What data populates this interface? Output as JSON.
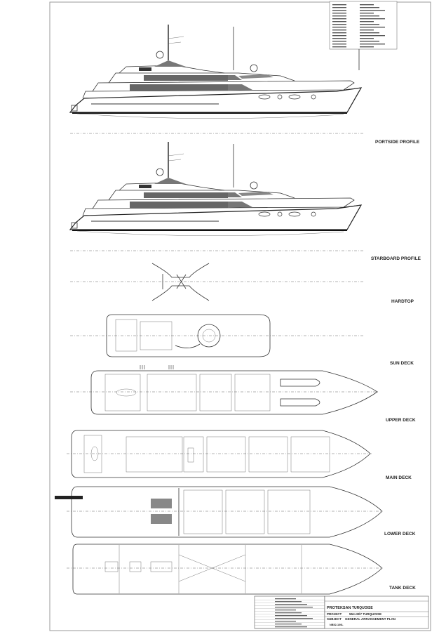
{
  "drawing": {
    "views": [
      {
        "id": "portside",
        "label": "PORTSIDE PROFILE"
      },
      {
        "id": "starboard",
        "label": "STARBOARD PROFILE"
      },
      {
        "id": "hardtop",
        "label": "HARDTOP"
      },
      {
        "id": "sundeck",
        "label": "SUN DECK"
      },
      {
        "id": "upperdeck",
        "label": "UPPER DECK"
      },
      {
        "id": "maindeck",
        "label": "MAIN DECK"
      },
      {
        "id": "lowerdeck",
        "label": "LOWER DECK"
      },
      {
        "id": "tankdeck",
        "label": "TANK DECK"
      }
    ]
  },
  "title_block": {
    "company": "PROTEKSAN",
    "brand": "TURQUOISE",
    "project_label": "PROJECT",
    "project": "55m M/Y TURQUOISE",
    "subject_label": "SUBJECT",
    "subject": "GENERAL ARRANGEMENT PLAN",
    "drawing_no": "NB52-100L"
  },
  "colors": {
    "line": "#333333",
    "hull_dark": "#555555",
    "background": "#ffffff"
  }
}
